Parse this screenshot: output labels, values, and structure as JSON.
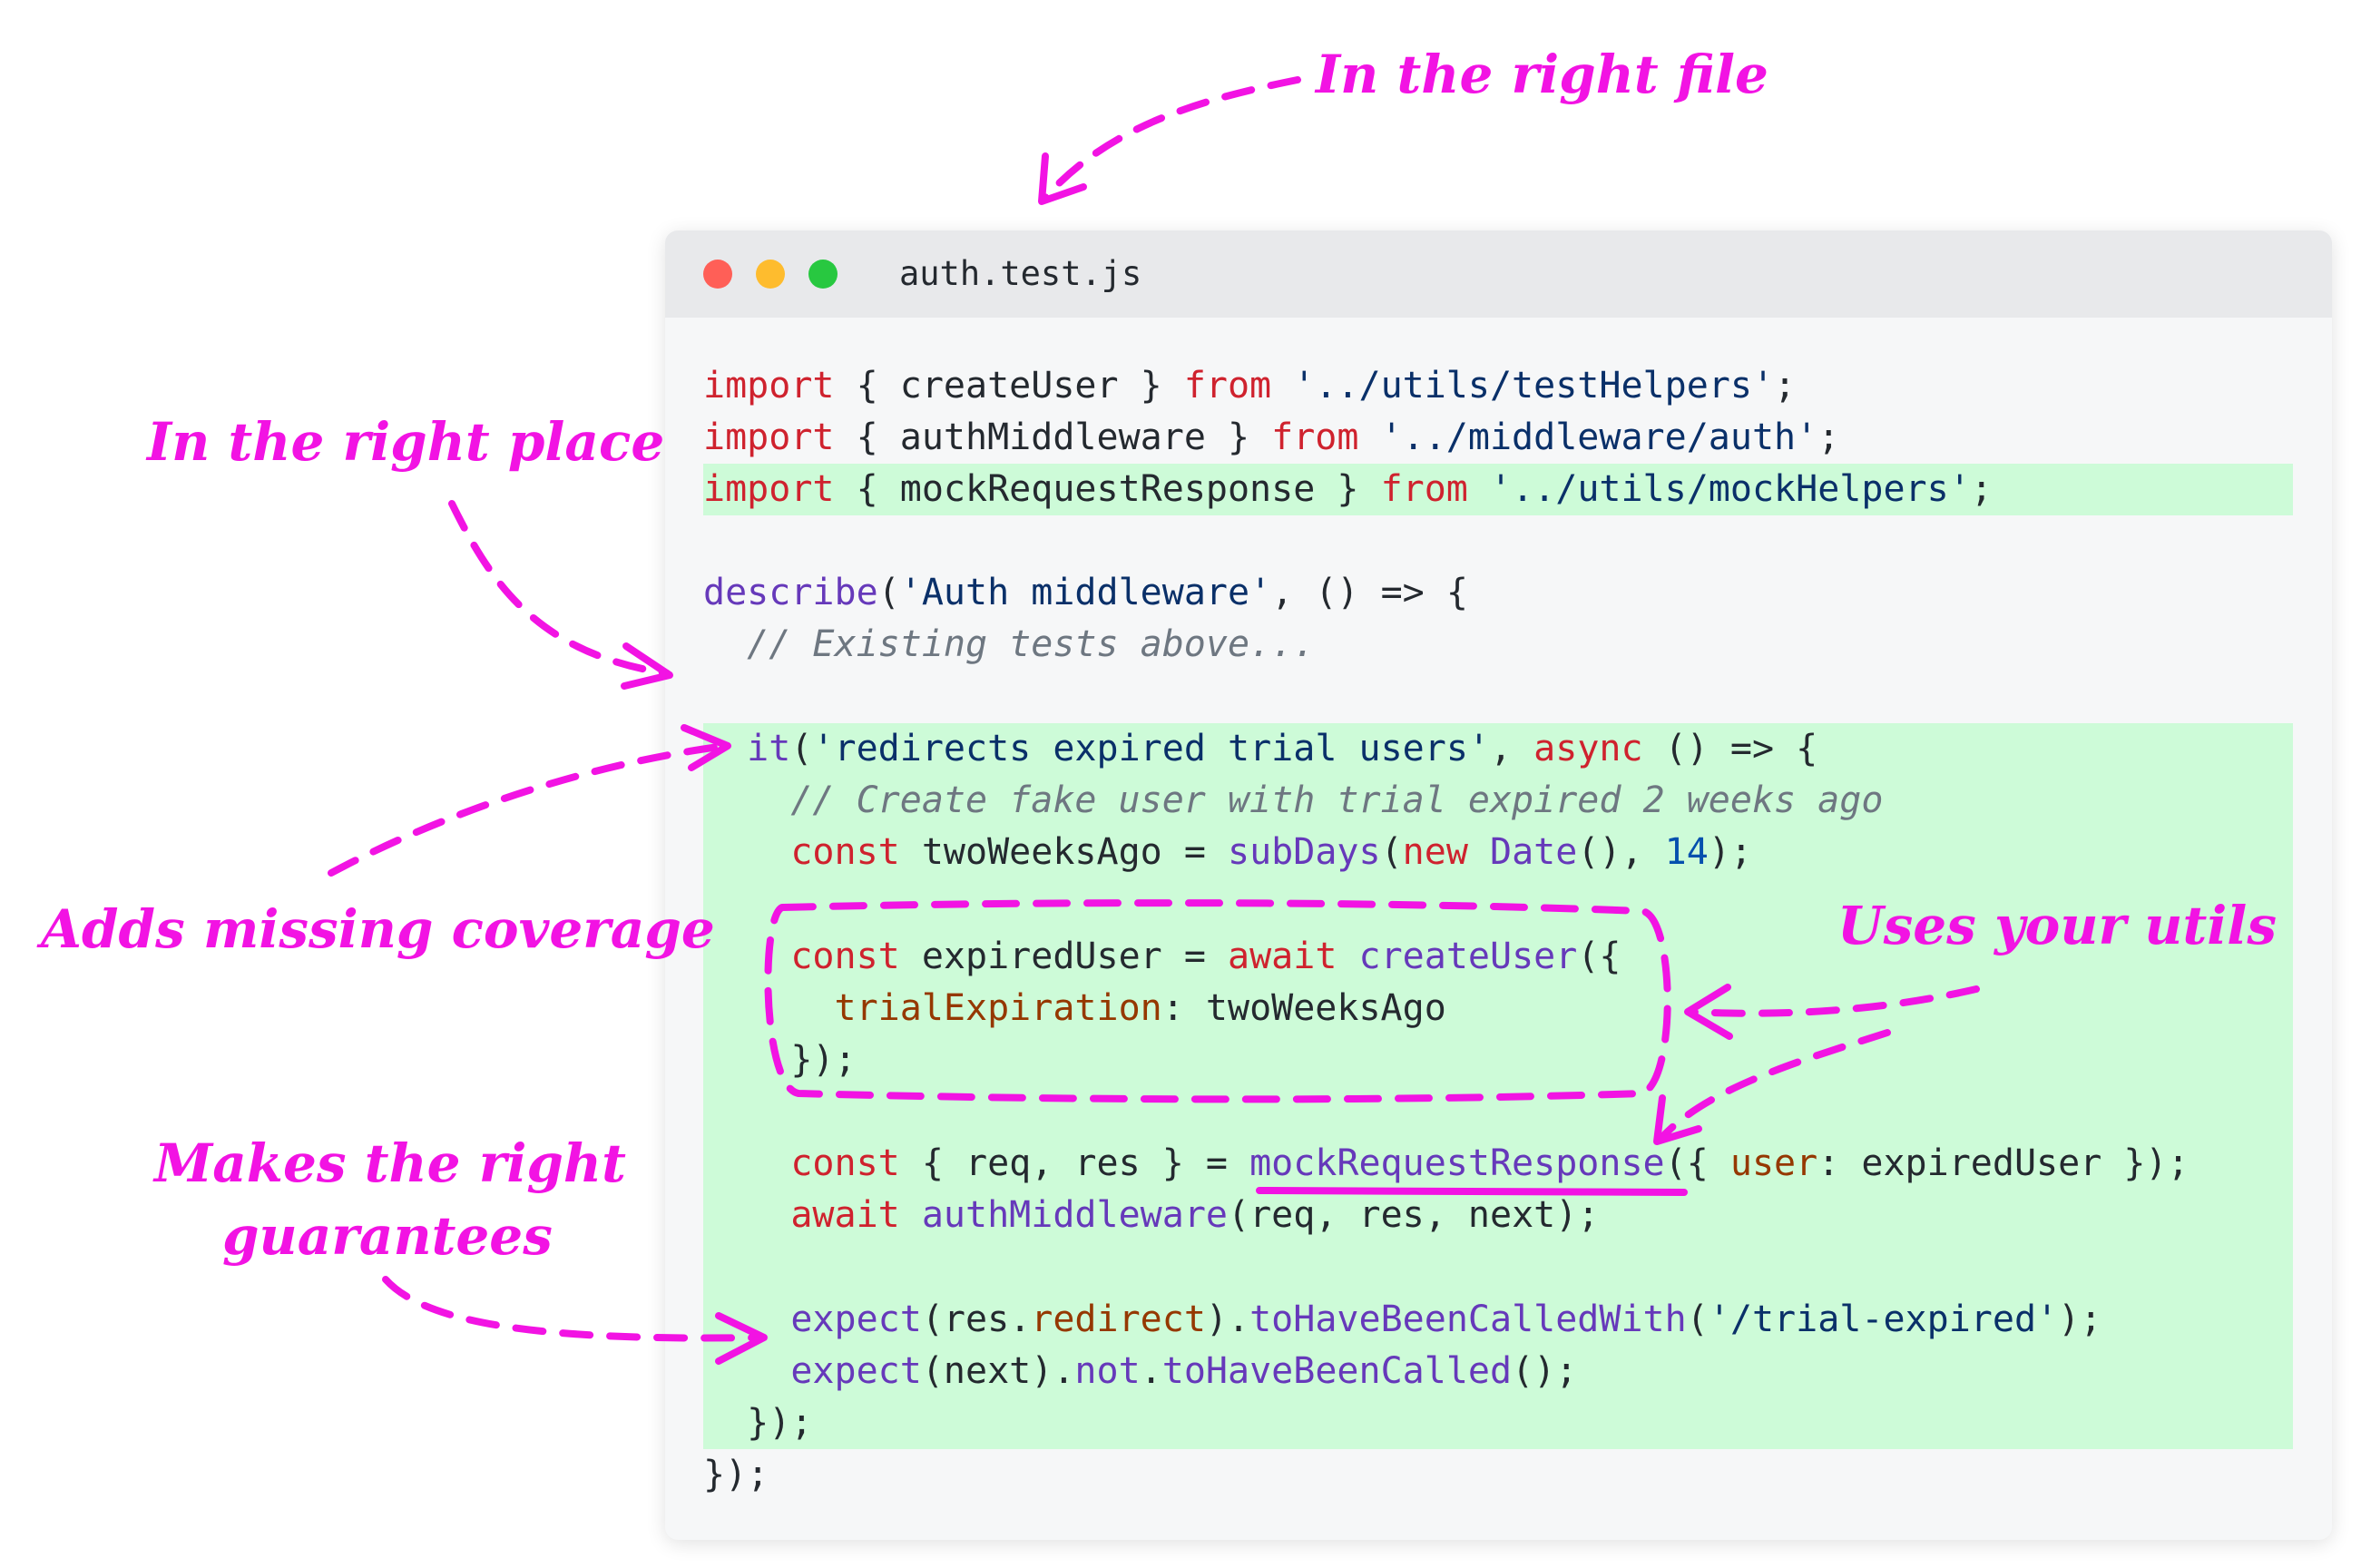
{
  "window": {
    "filename": "auth.test.js"
  },
  "code": {
    "line1": {
      "kw1": "import",
      "p1": " { createUser } ",
      "kw2": "from",
      "sp": " ",
      "str": "'../utils/testHelpers'",
      "end": ";"
    },
    "line2": {
      "kw1": "import",
      "p1": " { authMiddleware } ",
      "kw2": "from",
      "sp": " ",
      "str": "'../middleware/auth'",
      "end": ";"
    },
    "line3": {
      "kw1": "import",
      "p1": " { mockRequestResponse } ",
      "kw2": "from",
      "sp": " ",
      "str": "'../utils/mockHelpers'",
      "end": ";"
    },
    "line4": {
      "fn": "describe",
      "p1": "(",
      "str": "'Auth middleware'",
      "end": ", () => {"
    },
    "line5": {
      "comment": "  // Existing tests above..."
    },
    "line6": {
      "indent": "  ",
      "fn": "it",
      "p1": "(",
      "str": "'redirects expired trial users'",
      "p2": ", ",
      "kw": "async",
      "end": " () => {"
    },
    "line7": {
      "comment": "    // Create fake user with trial expired 2 weeks ago"
    },
    "line8": {
      "indent": "    ",
      "kw": "const",
      "p1": " twoWeeksAgo = ",
      "fn": "subDays",
      "p2": "(",
      "kw2": "new",
      "sp": " ",
      "fn2": "Date",
      "p3": "(), ",
      "num": "14",
      "end": ");"
    },
    "line9": {
      "indent": "    ",
      "kw": "const",
      "p1": " expiredUser = ",
      "kw2": "await",
      "sp": " ",
      "fn": "createUser",
      "end": "({"
    },
    "line10": {
      "indent": "      ",
      "prop": "trialExpiration",
      "end": ": twoWeeksAgo"
    },
    "line11": {
      "text": "    });"
    },
    "line12": {
      "indent": "    ",
      "kw": "const",
      "p1": " { req, res } = ",
      "fn": "mockRequestResponse",
      "p2": "({ ",
      "prop": "user",
      "end": ": expiredUser });"
    },
    "line13": {
      "indent": "    ",
      "kw": "await",
      "sp": " ",
      "fn": "authMiddleware",
      "end": "(req, res, next);"
    },
    "line14": {
      "indent": "    ",
      "fn": "expect",
      "p1": "(res.",
      "prop": "redirect",
      "p2": ").",
      "fn2": "toHaveBeenCalledWith",
      "p3": "(",
      "str": "'/trial-expired'",
      "end": ");"
    },
    "line15": {
      "indent": "    ",
      "fn": "expect",
      "p1": "(next).",
      "fn2": "not",
      "p2": ".",
      "fn3": "toHaveBeenCalled",
      "end": "();"
    },
    "line16": {
      "text": "  });"
    },
    "line17": {
      "text": "});"
    }
  },
  "annotations": {
    "right_file": "In the right file",
    "right_place": "In the right place",
    "missing_coverage": "Adds missing coverage",
    "uses_utils": "Uses your utils",
    "guarantees_line1": "Makes the right",
    "guarantees_line2": "guarantees"
  },
  "colors": {
    "annotation": "#f213e3",
    "highlight": "#cdfbd8",
    "keyword": "#cf222e",
    "function": "#6639ba",
    "string": "#0a3069",
    "property": "#953800",
    "comment": "#6e7781",
    "number": "#0550ae"
  }
}
